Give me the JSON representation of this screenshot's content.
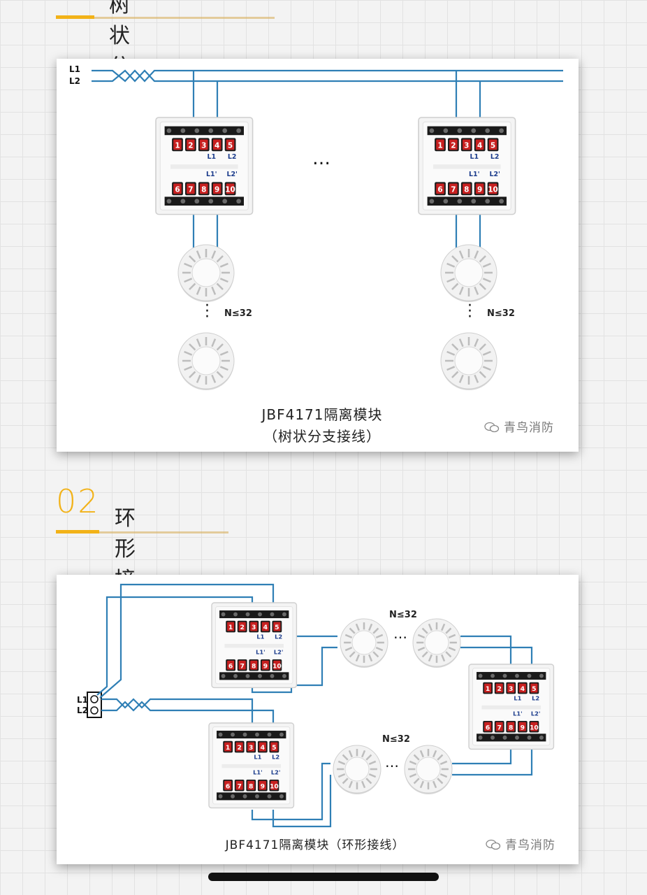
{
  "sections": [
    {
      "number": "",
      "title": "树状分支接线"
    },
    {
      "number": "02",
      "title": "环形接线"
    }
  ],
  "tree": {
    "bus_l1": "L1",
    "bus_l2": "L2",
    "ellipsis": "…",
    "count_label": "N≤32",
    "caption_line1": "JBF4171隔离模块",
    "caption_line2": "（树状分支接线）",
    "watermark": "青鸟消防"
  },
  "ring": {
    "bus_l1": "L1",
    "bus_l2": "L2",
    "ellipsis": "…",
    "count_label": "N≤32",
    "caption": "JBF4171隔离模块（环形接线）",
    "watermark": "青鸟消防"
  },
  "module": {
    "terminals_top": [
      "1",
      "2",
      "3",
      "4",
      "5"
    ],
    "terminals_bottom": [
      "6",
      "7",
      "8",
      "9",
      "10"
    ],
    "top_l1": "L1",
    "top_l2": "L2",
    "out_l1": "L1'",
    "out_l2": "L2'"
  },
  "colors": {
    "accent": "#f2b218",
    "wire": "#2f7fb5",
    "terminal": "#c82020"
  }
}
